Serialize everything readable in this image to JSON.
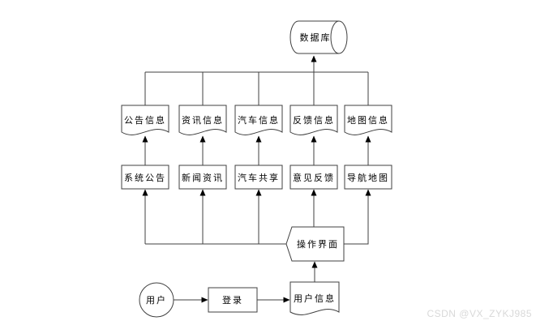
{
  "watermark": {
    "text": "CSDN @VX_ZYKJ985",
    "color": "#d9d9d9"
  },
  "colors": {
    "background": "#ffffff",
    "line": "#404040",
    "text": "#000000"
  },
  "flowchart": {
    "database": {
      "label": "数据库",
      "shape": "horizontal-cylinder"
    },
    "data_stores": [
      {
        "label": "公告信息",
        "shape": "document"
      },
      {
        "label": "资讯信息",
        "shape": "document"
      },
      {
        "label": "汽车信息",
        "shape": "document"
      },
      {
        "label": "反馈信息",
        "shape": "document"
      },
      {
        "label": "地图信息",
        "shape": "document"
      }
    ],
    "modules": [
      {
        "label": "系统公告",
        "shape": "rectangle"
      },
      {
        "label": "新闻资讯",
        "shape": "rectangle"
      },
      {
        "label": "汽车共享",
        "shape": "rectangle"
      },
      {
        "label": "意见反馈",
        "shape": "rectangle"
      },
      {
        "label": "导航地图",
        "shape": "rectangle"
      }
    ],
    "operation_panel": {
      "label": "操作界面",
      "shape": "display"
    },
    "actor": {
      "label": "用户",
      "shape": "circle"
    },
    "login": {
      "label": "登录",
      "shape": "rectangle"
    },
    "user_info": {
      "label": "用户信息",
      "shape": "document"
    }
  }
}
